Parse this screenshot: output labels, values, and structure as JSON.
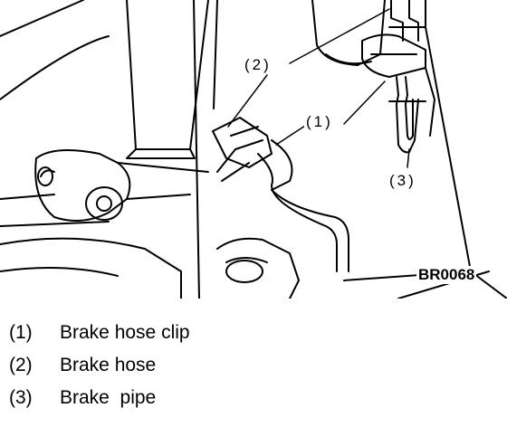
{
  "figure": {
    "icons": [
      "shock-absorber",
      "brake-hose",
      "brake-hose-clip",
      "brake-pipe",
      "knuckle",
      "brake-caliper",
      "bracket"
    ],
    "callouts": [
      "(2)",
      "(1)",
      "(3)"
    ],
    "code": "BR0068"
  },
  "legend": [
    {
      "num": "(1)",
      "text": "Brake hose clip"
    },
    {
      "num": "(2)",
      "text": "Brake hose"
    },
    {
      "num": "(3)",
      "text": "Brake  pipe"
    }
  ]
}
